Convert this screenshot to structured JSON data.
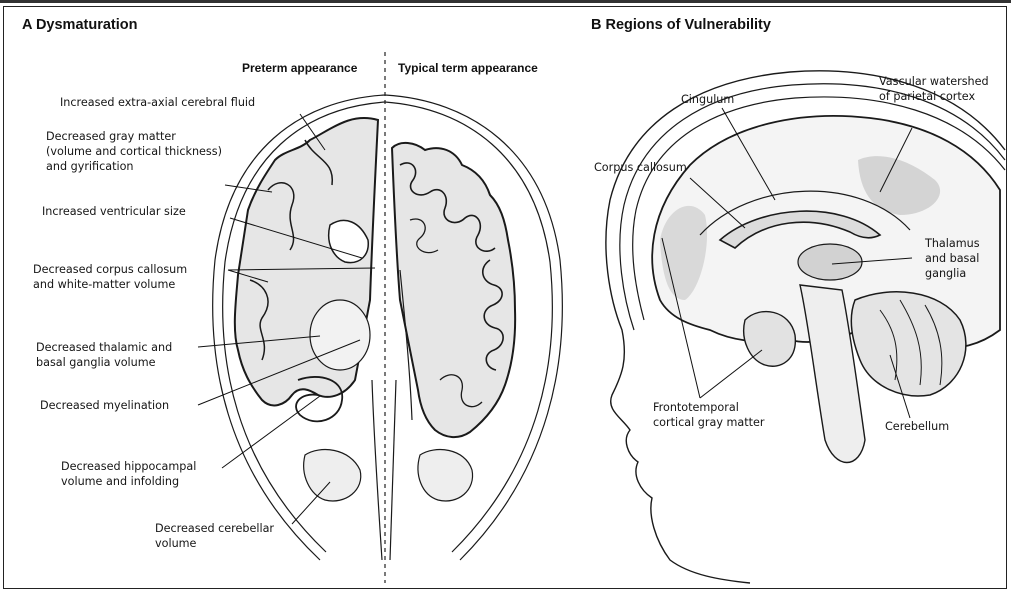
{
  "panel_a": {
    "title": "A  Dysmaturation",
    "subtitle_left": "Preterm appearance",
    "subtitle_right": "Typical term appearance",
    "labels": [
      "Increased extra-axial cerebral fluid",
      "Decreased gray matter\n(volume and cortical thickness)\nand gyrification",
      "Increased ventricular size",
      "Decreased corpus callosum\nand white-matter volume",
      "Decreased thalamic and\nbasal ganglia volume",
      "Decreased myelination",
      "Decreased hippocampal\nvolume and infolding",
      "Decreased cerebellar\nvolume"
    ]
  },
  "panel_b": {
    "title": "B  Regions of Vulnerability",
    "labels": [
      "Vascular watershed\nof parietal cortex",
      "Cingulum",
      "Corpus callosum",
      "Thalamus\nand basal\nganglia",
      "Frontotemporal\ncortical gray matter",
      "Cerebellum"
    ]
  },
  "colors": {
    "ink": "#151515",
    "shade": "#d6d6d6",
    "light_shade": "#e9e9e9"
  }
}
